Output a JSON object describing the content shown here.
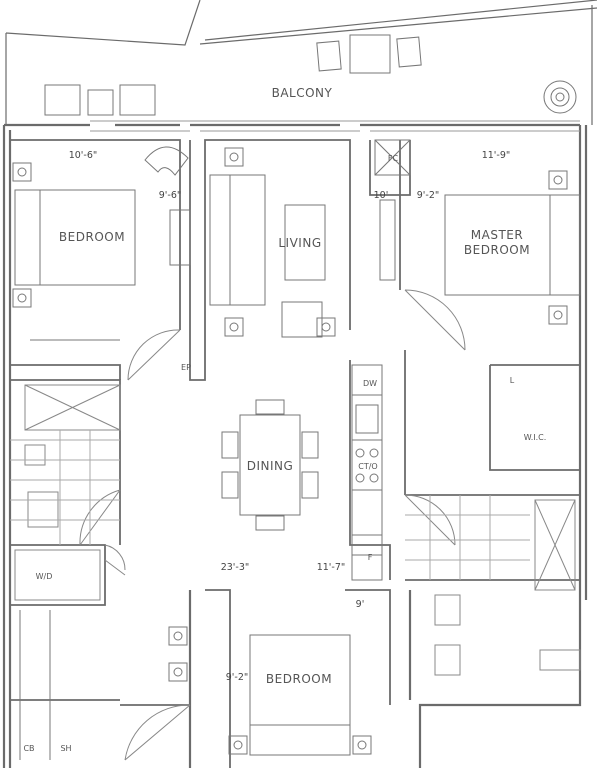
{
  "rooms": {
    "balcony": "BALCONY",
    "bedroom_left": "BEDROOM",
    "living": "LIVING",
    "master_line1": "MASTER",
    "master_line2": "BEDROOM",
    "dining": "DINING",
    "bedroom_bottom": "BEDROOM",
    "wic": "W.I.C."
  },
  "dimensions": {
    "bedroom_left_width": "10'-6\"",
    "bedroom_left_depth": "9'-6\"",
    "master_width": "11'-9\"",
    "master_depth_a": "10'",
    "master_depth_b": "9'-2\"",
    "living_length": "23'-3\"",
    "living_width": "11'-7\"",
    "bedroom_bottom_width": "9'",
    "bedroom_bottom_depth": "9'-2\""
  },
  "fixtures": {
    "fc": "FC",
    "ep": "EP",
    "dw": "DW",
    "cooktop": "CT/O",
    "fridge": "F",
    "washer_dryer": "W/D",
    "linen": "L",
    "coat_closet": "CB",
    "shelf": "SH"
  },
  "colors": {
    "wall": "#6b6b6b",
    "line": "#7a7a7a",
    "background": "#ffffff"
  }
}
